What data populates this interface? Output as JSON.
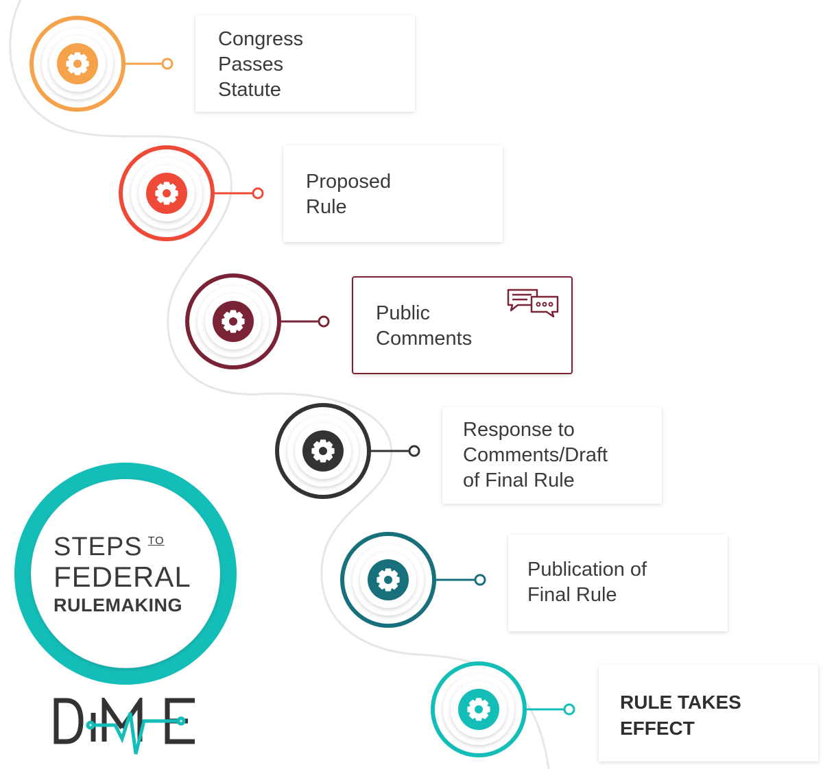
{
  "title": {
    "line1": "STEPS",
    "line1_small": "TO",
    "line2": "FEDERAL",
    "line3": "RULEMAKING"
  },
  "logo": {
    "text": "DiME",
    "icon": "dime-logo"
  },
  "steps": [
    {
      "label": "Congress\nPasses\nStatute",
      "color": "#f5a24b",
      "icon": "gear-icon"
    },
    {
      "label": "Proposed\nRule",
      "color": "#ef4a37",
      "icon": "gear-icon"
    },
    {
      "label": "Public\nComments",
      "color": "#7a2336",
      "icon": "gear-icon",
      "extra_icon": "chat-bubbles-icon"
    },
    {
      "label": "Response to\nComments/Draft\nof Final Rule",
      "color": "#333333",
      "icon": "gear-icon"
    },
    {
      "label": "Publication of\nFinal Rule",
      "color": "#17707b",
      "icon": "gear-icon"
    },
    {
      "label": "RULE TAKES\nEFFECT",
      "color": "#13bdb8",
      "icon": "gear-icon"
    }
  ],
  "colors": {
    "path": "#e6e6e6",
    "title_ring": "#13bdb8",
    "logo_dark": "#333333",
    "logo_accent": "#13bdb8"
  }
}
